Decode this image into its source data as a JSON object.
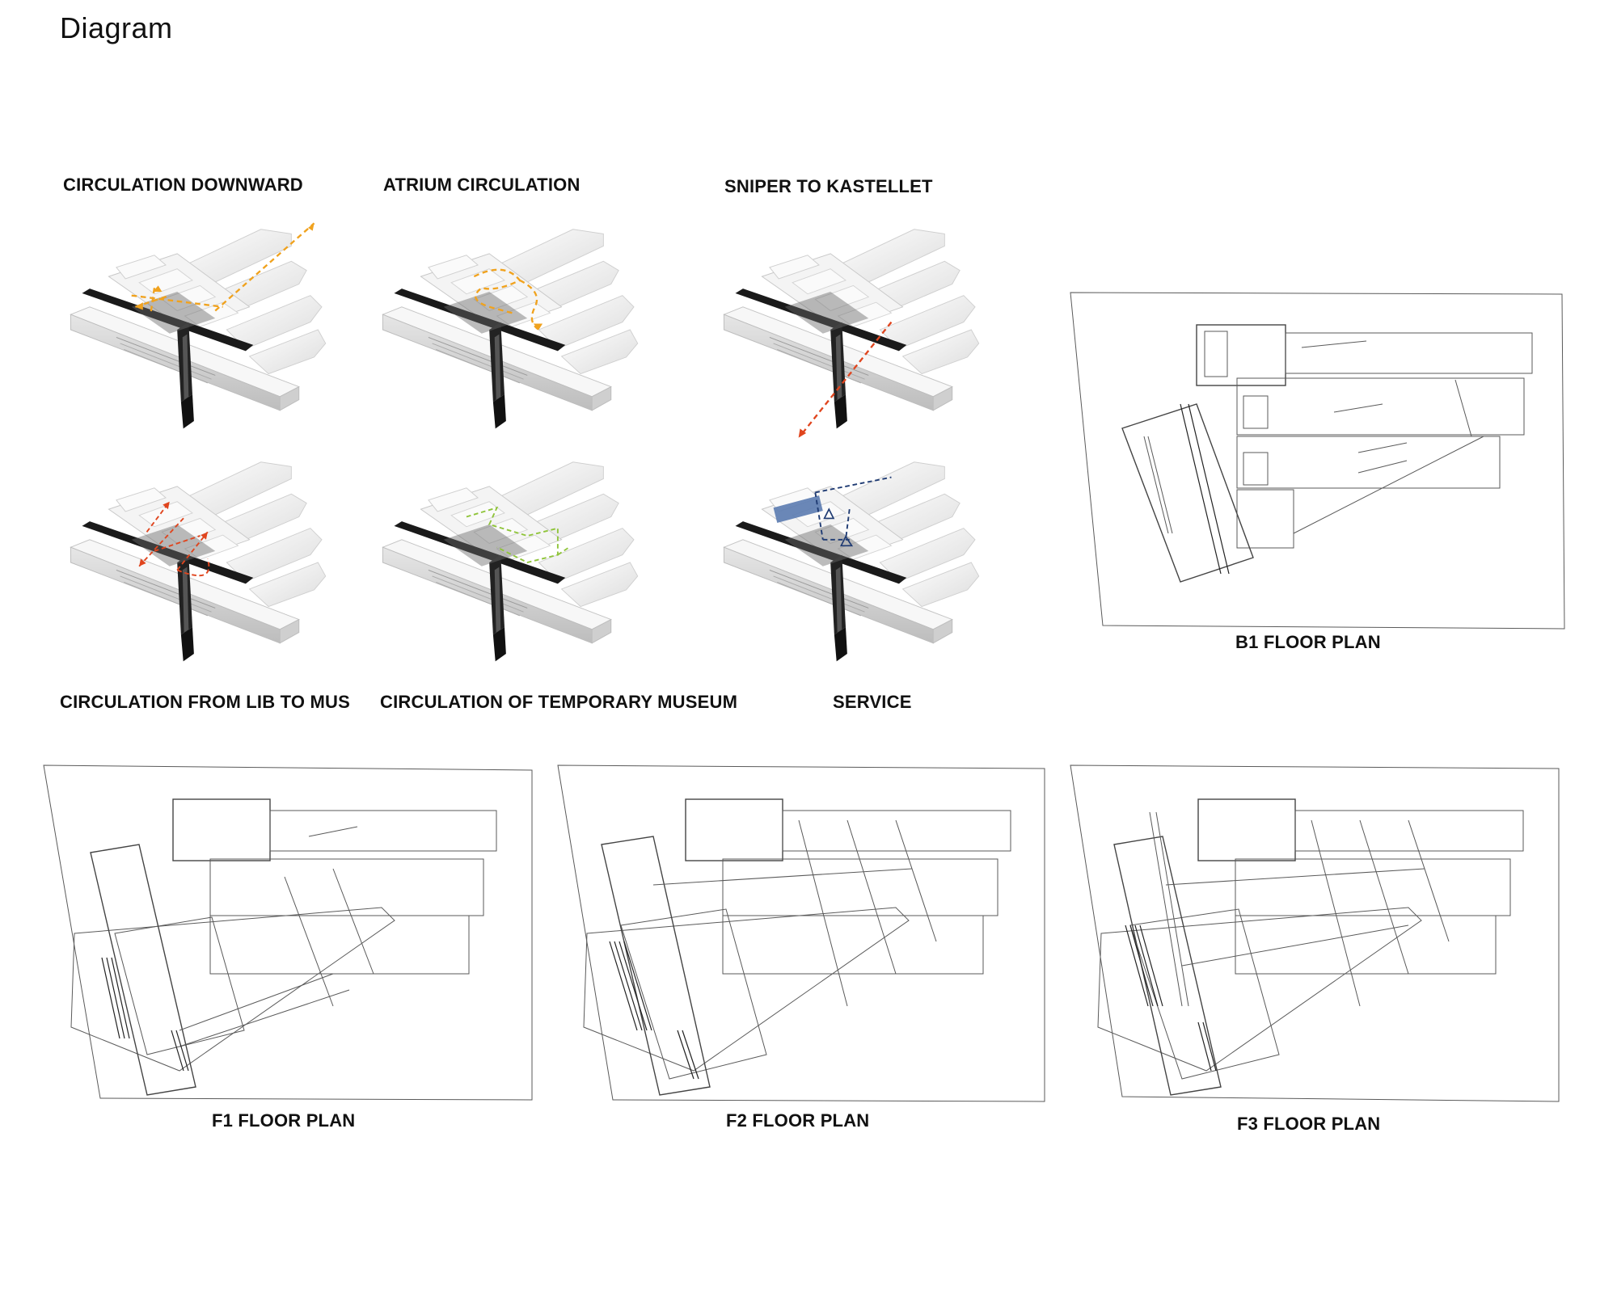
{
  "title": "Diagram",
  "diagrams": [
    {
      "label": "CIRCULATION DOWNWARD",
      "arrow_color": "#f0a21e"
    },
    {
      "label": "ATRIUM CIRCULATION",
      "arrow_color": "#f0a21e"
    },
    {
      "label": "SNIPER TO KASTELLET",
      "arrow_color": "#e0451e"
    },
    {
      "label": "CIRCULATION FROM LIB TO MUS",
      "arrow_color": "#e0451e"
    },
    {
      "label": "CIRCULATION OF TEMPORARY MUSEUM",
      "arrow_color": "#8fc43a"
    },
    {
      "label": "SERVICE",
      "arrow_color": "#1f3b73"
    }
  ],
  "plans": [
    {
      "label": "B1 FLOOR PLAN"
    },
    {
      "label": "F1 FLOOR PLAN"
    },
    {
      "label": "F2 FLOOR PLAN"
    },
    {
      "label": "F3 FLOOR PLAN"
    }
  ],
  "colors": {
    "service_block": "#5b7bb0",
    "line": "#555555"
  }
}
